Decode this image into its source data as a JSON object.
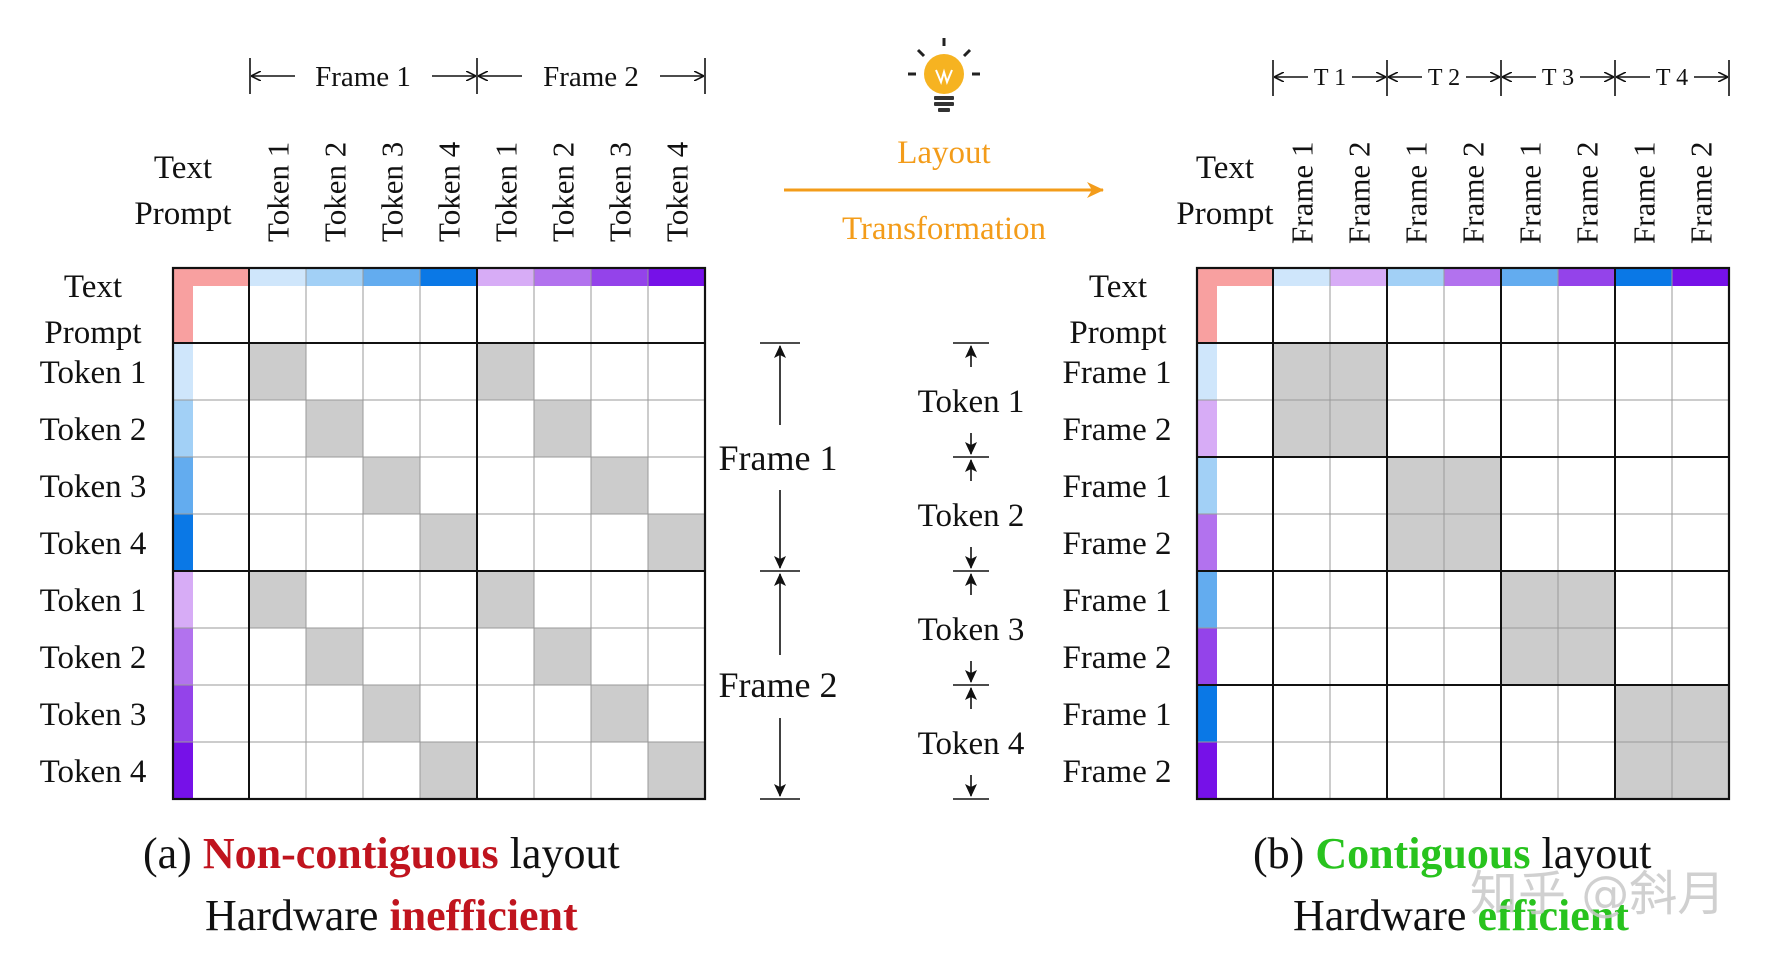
{
  "colors": {
    "text_prompt": "#f8a0a0",
    "token_blue": [
      "#cfe6fb",
      "#a2d0f6",
      "#63acef",
      "#0a78e6"
    ],
    "token_purple": [
      "#d7acf6",
      "#b272ee",
      "#9443ea",
      "#7611e8"
    ],
    "shaded": "#cccccc",
    "arrow": "#f39c1a",
    "red": "#c0141e",
    "green": "#28c31e"
  },
  "left": {
    "headers": [
      "Frame 1",
      "Frame 2"
    ],
    "corner_label": [
      "Text",
      "Prompt"
    ],
    "columns": [
      "Token 1",
      "Token 2",
      "Token 3",
      "Token 4",
      "Token 1",
      "Token 2",
      "Token 3",
      "Token 4"
    ],
    "rows": [
      "Token 1",
      "Token 2",
      "Token 3",
      "Token 4",
      "Token 1",
      "Token 2",
      "Token 3",
      "Token 4"
    ],
    "right_labels": [
      "Frame 1",
      "Frame 2"
    ],
    "caption": {
      "a_prefix": "(a) ",
      "a_highlight": "Non-contiguous",
      "a_suffix": " layout",
      "b_prefix": "Hardware ",
      "b_highlight": "inefficient"
    }
  },
  "middle": {
    "icon": "lightbulb-icon",
    "label_top": "Layout",
    "label_bottom": "Transformation",
    "token_labels": [
      "Token 1",
      "Token 2",
      "Token 3",
      "Token 4"
    ]
  },
  "right": {
    "headers": [
      "T 1",
      "T 2",
      "T 3",
      "T 4"
    ],
    "corner_label": [
      "Text",
      "Prompt"
    ],
    "columns": [
      "Frame 1",
      "Frame 2",
      "Frame 1",
      "Frame 2",
      "Frame 1",
      "Frame 2",
      "Frame 1",
      "Frame 2"
    ],
    "rows": [
      "Frame 1",
      "Frame 2",
      "Frame 1",
      "Frame 2",
      "Frame 1",
      "Frame 2",
      "Frame 1",
      "Frame 2"
    ],
    "caption": {
      "a_prefix": "(b) ",
      "a_highlight": "Contiguous",
      "a_suffix": " layout",
      "b_prefix": "Hardware ",
      "b_highlight": "efficient"
    }
  },
  "watermark": "知乎 @斜月"
}
